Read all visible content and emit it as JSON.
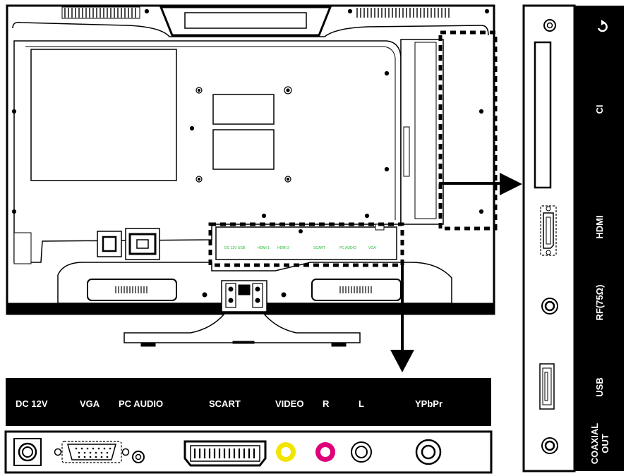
{
  "bottom_panel": {
    "labels": [
      "DC 12V",
      "VGA",
      "PC AUDIO",
      "SCART",
      "VIDEO",
      "R",
      "L",
      "YPbPr"
    ]
  },
  "side_panel": {
    "labels": [
      "CI",
      "HDMI",
      "RF(75Ω)",
      "USB",
      "COAXIAL",
      "OUT"
    ]
  },
  "tv_rear": {
    "bottom_port_labels": [
      "DC 12V USB",
      "HDMI 1",
      "HDMI 2",
      "SCART",
      "PC AUDIO",
      "VGA"
    ]
  },
  "colors": {
    "video_jack": "#f2e600",
    "r_jack": "#e0007a",
    "label_green": "#22bb33",
    "panel_black": "#000000"
  }
}
